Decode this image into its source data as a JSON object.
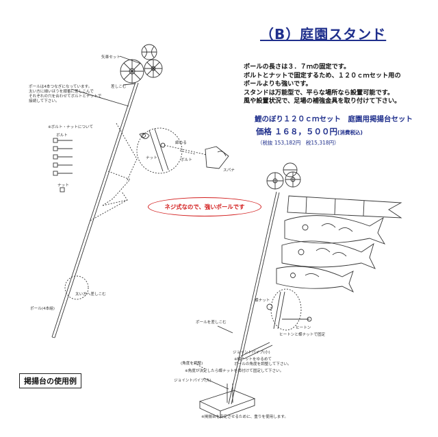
{
  "header": {
    "title": "（B）庭園スタンド"
  },
  "description": {
    "lines": [
      "ポールの長さは３．７ｍの固定です。",
      "ボルトとナットで固定するため、１２０ｃｍセット用の",
      "ポールよりも強いです。",
      "スタンドは万能型で、平らな場所なら設置可能です。",
      "風や設置状況で、足場の補強金具を取り付けて下さい。"
    ]
  },
  "product": {
    "set_name": "鯉のぼり１２０ｃｍセット　庭園用掲揚台セット",
    "price_label": "価格",
    "price_value": "１６８，５００円",
    "price_tax_note": "(消費税込)",
    "price_breakdown": "（税抜 153,182円　税15,318円）"
  },
  "left_diagram": {
    "label_yaguruma": "矢車セット",
    "label_sashikomu": "差しこむ",
    "label_pole_note_1": "ポールは4本つなぎになっています。",
    "label_pole_note_2": "太い方に細いほうを順番に差しこんで",
    "label_pole_note_3": "それぞれの穴を合わせてボルトとナットで",
    "label_pole_note_4": "接続して下さい。",
    "label_bolt_nut_heading": "※ボルト・ナットについて",
    "label_bolt": "ボルト",
    "label_nut": "ナット",
    "label_shimeru": "締める",
    "label_nut_small": "ナット",
    "label_bolt_small": "ボルト",
    "label_spanner": "スパナ",
    "label_futoi_sashikomu": "太い方へ差しこむ",
    "label_pole_4": "ポール(4本組)"
  },
  "red_note": "ネジ式なので、強いポールです",
  "right_diagram": {
    "label_chou_nut": "蝶ナット",
    "label_pole_sashikomu": "ポールを差しこむ",
    "label_hinge": "ヒートンと蝶ナットで固定",
    "label_heaton": "ヒートン",
    "label_joint_small": "ジョイントパイプ(小)",
    "label_adjust_1": "※蝶ナットをゆるめて",
    "label_adjust_2": "ポールの角度を調整して下さい。",
    "label_angle": "(角度を調整)",
    "label_adjust_3": "※角度が決定したら蝶ナットを締付けて固定して下さい。",
    "label_joint_large": "ジョイントパイプ(大)",
    "label_weight": "※掲揚台を安定させるために、重りを使用します。"
  },
  "usage_label": "掲揚台の使用例"
}
